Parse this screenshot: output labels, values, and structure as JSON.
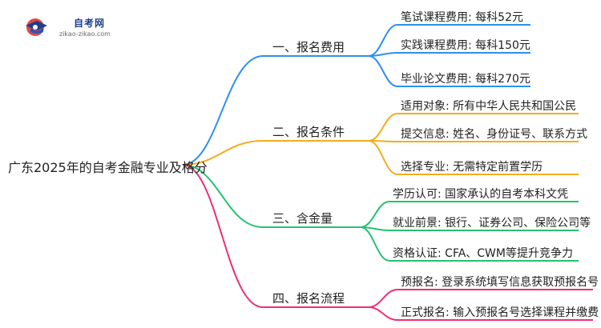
{
  "logo": {
    "title": "自考网",
    "url": "zikao-zikao.com",
    "icon": "graduation-cap-icon"
  },
  "root": "广东2025年的自考金融专业及格分",
  "colors": {
    "branch1": "#2f8ff2",
    "branch2": "#f3ad1c",
    "branch3": "#25c16f",
    "branch4": "#ee2d75"
  },
  "branches": [
    {
      "label": "一、报名费用",
      "leaves": [
        "笔试课程费用: 每科52元",
        "实践课程费用: 每科150元",
        "毕业论文费用: 每科270元"
      ]
    },
    {
      "label": "二、报名条件",
      "leaves": [
        "适用对象: 所有中华人民共和国公民",
        "提交信息: 姓名、身份证号、联系方式",
        "选择专业: 无需特定前置学历"
      ]
    },
    {
      "label": "三、含金量",
      "leaves": [
        "学历认可: 国家承认的自考本科文凭",
        "就业前景: 银行、证券公司、保险公司等",
        "资格认证: CFA、CWM等提升竞争力"
      ]
    },
    {
      "label": "四、报名流程",
      "leaves": [
        "预报名: 登录系统填写信息获取预报名号",
        "正式报名: 输入预报名号选择课程并缴费"
      ]
    }
  ]
}
